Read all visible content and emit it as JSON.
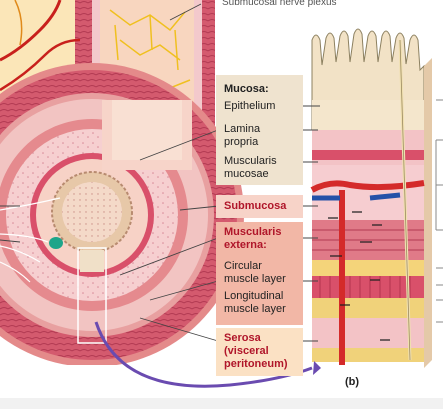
{
  "top_label": "Submucosal nerve plexus",
  "mucosa": {
    "heading": "Mucosa:",
    "epithelium": "Epithelium",
    "lamina_line1": "Lamina",
    "lamina_line2": "propria",
    "muscularis_line1": "Muscularis",
    "muscularis_line2": "mucosae"
  },
  "submucosa": "Submucosa",
  "muscularis_externa": {
    "heading_line1": "Muscularis",
    "heading_line2": "externa:",
    "circular_line1": "Circular",
    "circular_line2": "muscle layer",
    "longitudinal_line1": "Longitudinal",
    "longitudinal_line2": "muscle layer"
  },
  "serosa": {
    "line1": "Serosa",
    "line2": "(visceral",
    "line3": "peritoneum)"
  },
  "panel_label": "(b)",
  "colors": {
    "mucosa_box": "#efe3cf",
    "submucosa_box": "#f7d3c8",
    "externa_box": "#f2b7a6",
    "serosa_box": "#fbe1c4",
    "muscle": "#c9405a",
    "submucosa_tissue": "#f3c3c6",
    "serosa_band": "#f0d27a",
    "artery": "#d42a2a",
    "vein": "#2451a8"
  }
}
